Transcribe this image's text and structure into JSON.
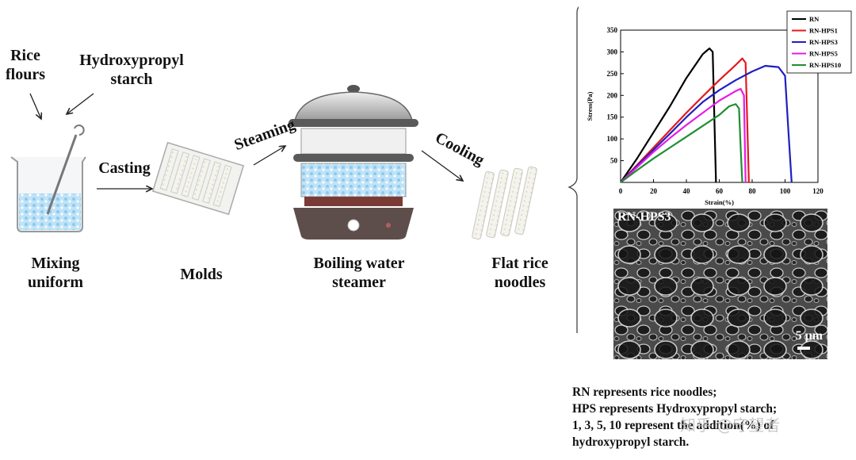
{
  "labels": {
    "rice_flours": [
      "Rice",
      "flours"
    ],
    "hps": [
      "Hydroxypropyl",
      "starch"
    ],
    "casting": "Casting",
    "steaming": "Steaming",
    "cooling": "Cooling",
    "mixing": [
      "Mixing",
      "uniform"
    ],
    "molds": "Molds",
    "boiling": [
      "Boiling water",
      "steamer"
    ],
    "flat": [
      "Flat rice",
      "noodles"
    ]
  },
  "sem": {
    "title": "RN-HPS3",
    "scale": "5 μm"
  },
  "note": [
    "RN represents rice noodles;",
    "HPS represents Hydroxypropyl starch;",
    "1, 3, 5, 10 represent the addition(%) of",
    "hydroxypropyl starch."
  ],
  "watermark": "知乎 @守望者",
  "chart_data": {
    "type": "line",
    "xlabel": "Strain(%)",
    "ylabel": "Stress(Pa)",
    "xlim": [
      0,
      120
    ],
    "ylim": [
      0,
      350
    ],
    "xticks": [
      0,
      20,
      40,
      60,
      80,
      100,
      120
    ],
    "yticks": [
      50,
      100,
      150,
      200,
      250,
      300,
      350
    ],
    "legend_position": "top-right",
    "series": [
      {
        "name": "RN",
        "color": "#000000",
        "x": [
          0,
          10,
          20,
          30,
          40,
          50,
          54,
          56,
          57,
          58
        ],
        "y": [
          0,
          55,
          115,
          175,
          240,
          295,
          308,
          300,
          150,
          0
        ]
      },
      {
        "name": "RN-HPS1",
        "color": "#e31a1c",
        "x": [
          0,
          10,
          20,
          30,
          40,
          50,
          60,
          70,
          74,
          76,
          77,
          78
        ],
        "y": [
          0,
          40,
          80,
          120,
          160,
          198,
          235,
          270,
          285,
          275,
          140,
          0
        ]
      },
      {
        "name": "RN-HPS3",
        "color": "#1f1fbf",
        "x": [
          0,
          10,
          20,
          30,
          40,
          50,
          60,
          70,
          80,
          88,
          96,
          100,
          102,
          104
        ],
        "y": [
          0,
          38,
          75,
          112,
          150,
          185,
          212,
          235,
          255,
          268,
          265,
          245,
          120,
          0
        ]
      },
      {
        "name": "RN-HPS5",
        "color": "#e61ce6",
        "x": [
          0,
          10,
          20,
          30,
          40,
          50,
          60,
          70,
          73,
          75,
          76
        ],
        "y": [
          0,
          35,
          70,
          102,
          132,
          160,
          188,
          210,
          215,
          200,
          0
        ]
      },
      {
        "name": "RN-HPS10",
        "color": "#1f8f2f",
        "x": [
          0,
          10,
          20,
          30,
          40,
          50,
          60,
          66,
          70,
          72,
          73,
          74
        ],
        "y": [
          0,
          28,
          55,
          80,
          105,
          130,
          155,
          175,
          180,
          170,
          80,
          0
        ]
      }
    ]
  }
}
